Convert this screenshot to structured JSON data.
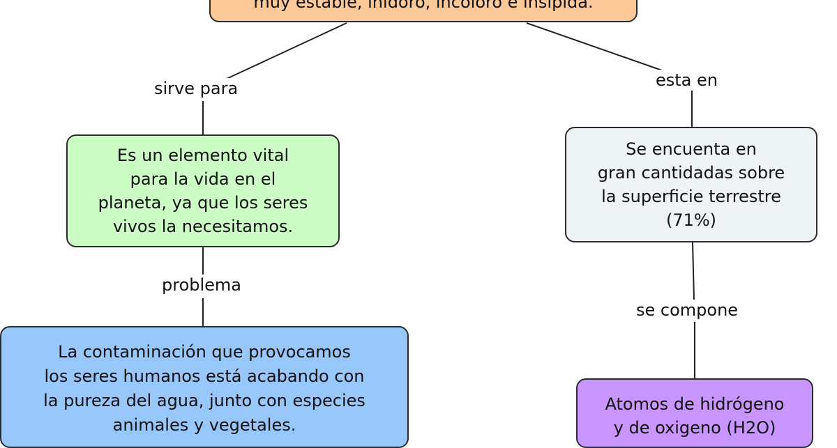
{
  "colors": {
    "top_node": "#fdc999",
    "vital_node": "#ccfdc5",
    "surface_node": "#eef3f5",
    "pollution_node": "#98c8fb",
    "atoms_node": "#c995fe"
  },
  "nodes": {
    "top": "muy estable, inidoro, incoloro e insípida.",
    "vital": "Es un elemento vital\npara la vida en el\nplaneta, ya que los seres\nvivos la necesitamos.",
    "surface": "Se encuenta en\ngran cantidadas sobre\nla superficie terrestre\n(71%)",
    "pollution": "La contaminación que provocamos\nlos seres humanos está acabando con\nla pureza del agua, junto con especies\nanimales y vegetales.",
    "atoms": "Atomos de hidrógeno\ny de oxigeno (H2O)"
  },
  "links": {
    "sirve_para": "sirve para",
    "esta_en": "esta en",
    "problema": "problema",
    "se_compone": "se compone"
  }
}
